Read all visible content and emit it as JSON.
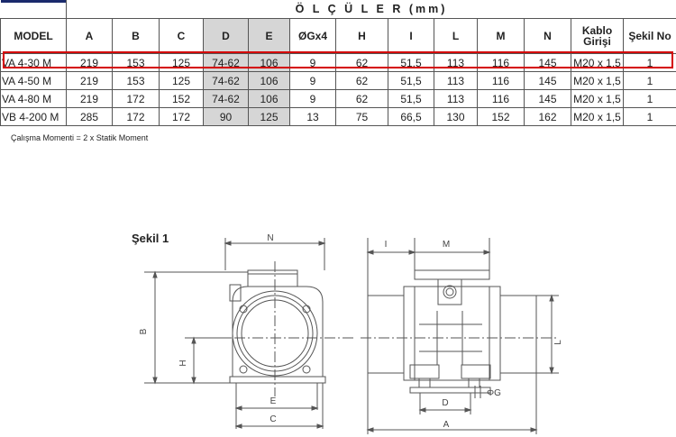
{
  "table": {
    "title": "Ö L Ç Ü L E R  (mm)",
    "headers": [
      "MODEL",
      "A",
      "B",
      "C",
      "D",
      "E",
      "ØGx4",
      "H",
      "I",
      "L",
      "M",
      "N",
      "Kablo\nGirişi",
      "Şekil No"
    ],
    "rows": [
      [
        "VA 4-30 M",
        "219",
        "153",
        "125",
        "74-62",
        "106",
        "9",
        "62",
        "51,5",
        "113",
        "116",
        "145",
        "M20 x 1,5",
        "1"
      ],
      [
        "VA 4-50 M",
        "219",
        "153",
        "125",
        "74-62",
        "106",
        "9",
        "62",
        "51,5",
        "113",
        "116",
        "145",
        "M20 x 1,5",
        "1"
      ],
      [
        "VA 4-80 M",
        "219",
        "172",
        "152",
        "74-62",
        "106",
        "9",
        "62",
        "51,5",
        "113",
        "116",
        "145",
        "M20 x 1,5",
        "1"
      ],
      [
        "VB 4-200 M",
        "285",
        "172",
        "172",
        "90",
        "125",
        "13",
        "75",
        "66,5",
        "130",
        "152",
        "162",
        "M20 x 1,5",
        "1"
      ]
    ],
    "highlighted_row": "VA 4-30 M"
  },
  "note": "Çalışma Momenti = 2 x Statik Moment",
  "figure": {
    "title": "Şekil 1",
    "labels": {
      "N": "N",
      "B": "B",
      "H": "H",
      "E": "E",
      "C": "C",
      "I": "I",
      "M": "M",
      "L": "L",
      "D": "D",
      "A": "A",
      "G": "ΦG"
    }
  }
}
